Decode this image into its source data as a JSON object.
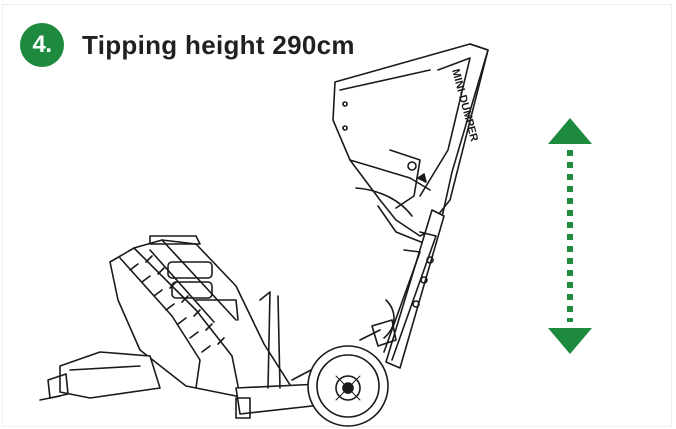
{
  "step": {
    "number": "4.",
    "title": "Tipping height 290cm"
  },
  "machine": {
    "brand_text": "MINI-DUMPER"
  },
  "colors": {
    "accent": "#1e8a3e",
    "line": "#1a1a1a",
    "text": "#231f20"
  },
  "icons": {
    "height_arrow": "double-vertical-arrow-icon"
  }
}
